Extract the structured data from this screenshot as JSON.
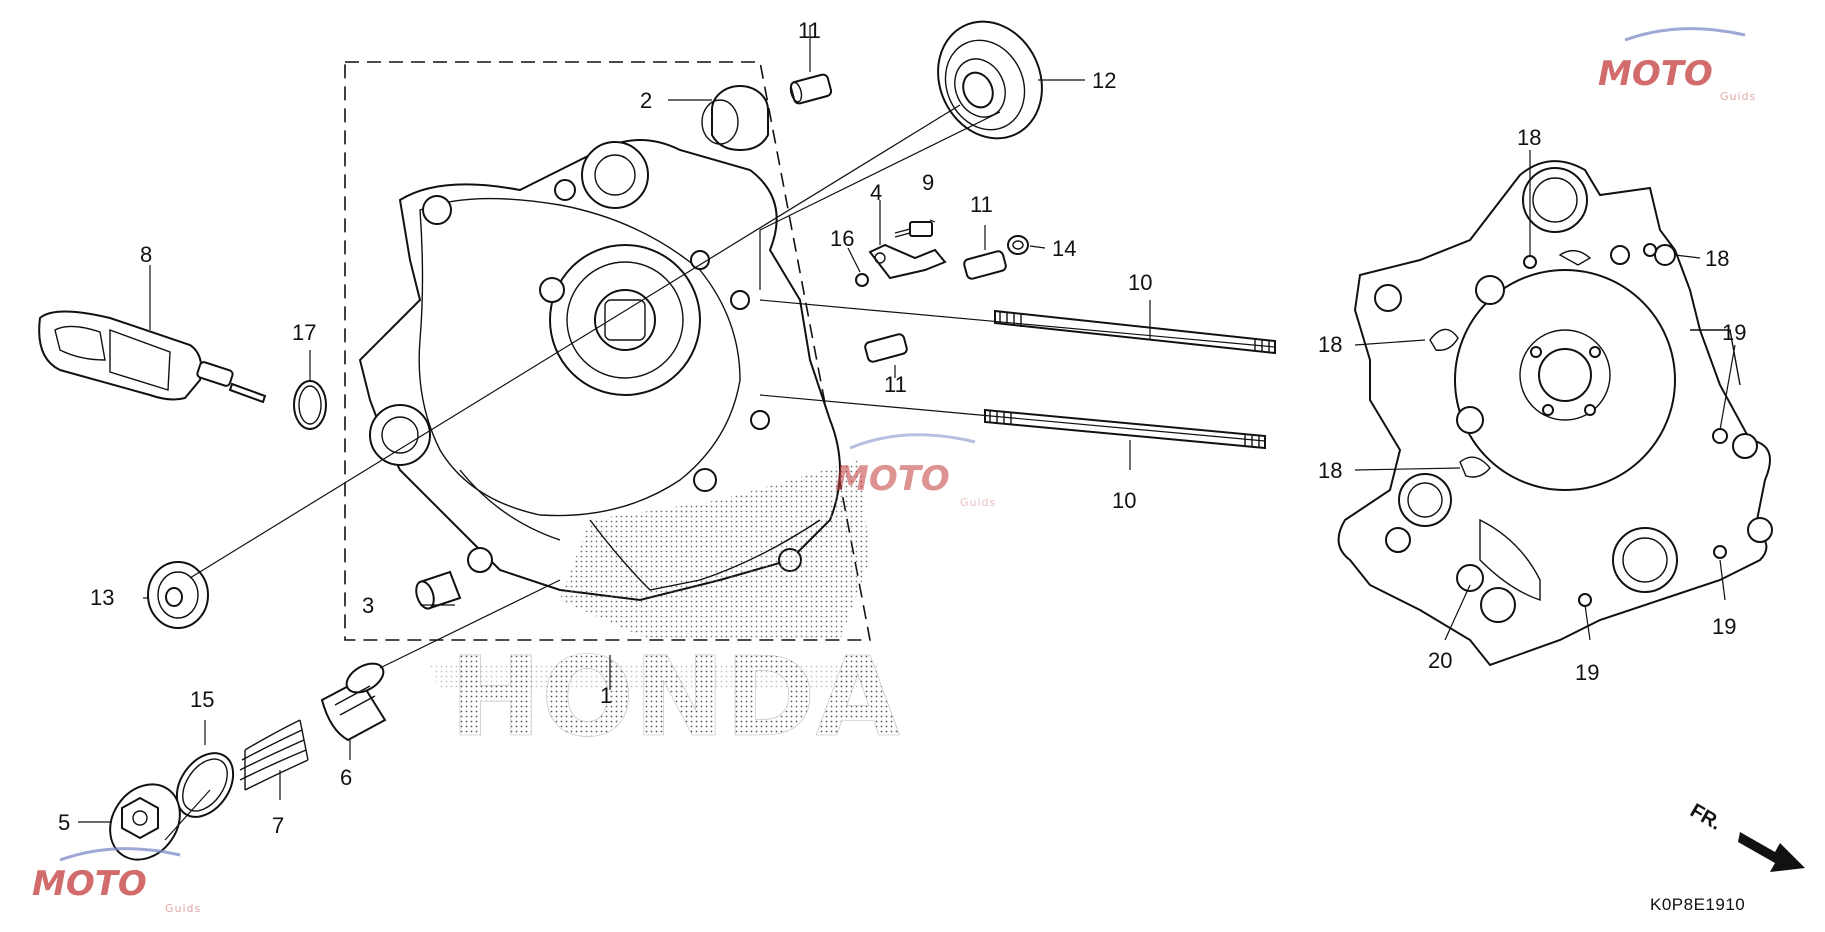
{
  "diagram": {
    "part_code": "K0P8E1910",
    "front_marker": "FR.",
    "brand_outline": "HONDA",
    "callouts": {
      "c1": "1",
      "c2": "2",
      "c3": "3",
      "c4": "4",
      "c5": "5",
      "c6": "6",
      "c7": "7",
      "c8": "8",
      "c9": "9",
      "c10a": "10",
      "c10b": "10",
      "c11a": "11",
      "c11b": "11",
      "c11c": "11",
      "c12": "12",
      "c13": "13",
      "c14": "14",
      "c15": "15",
      "c16": "16",
      "c17": "17",
      "c18a": "18",
      "c18b": "18",
      "c18c": "18",
      "c18d": "18",
      "c19a": "19",
      "c19b": "19",
      "c19c": "19",
      "c20": "20"
    }
  },
  "watermark": {
    "main": "MOTO",
    "sub": "Guids",
    "color": "#c43b3b",
    "accent": "#7d8cc8"
  }
}
